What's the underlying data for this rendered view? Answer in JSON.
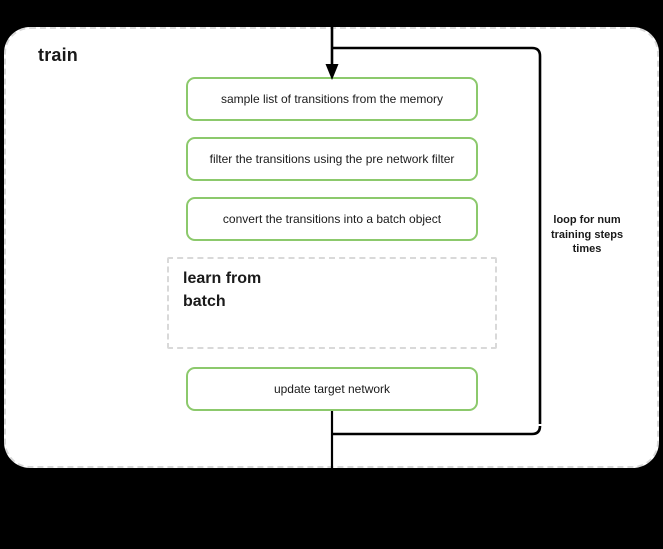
{
  "diagram": {
    "background_color": "#000000",
    "canvas_color": "#ffffff",
    "accent_color": "#8cc96c",
    "dashed_border_color": "#d9d9d9",
    "wire_color": "#000000",
    "title": "train",
    "steps": [
      {
        "id": "sample",
        "label": "sample list of transitions from the memory",
        "type": "process"
      },
      {
        "id": "filter",
        "label": "filter the transitions using the pre network filter",
        "type": "process"
      },
      {
        "id": "convert",
        "label": "convert the transitions into a batch object",
        "type": "process"
      },
      {
        "id": "update",
        "label": "update target network",
        "type": "process"
      }
    ],
    "subprocess": {
      "id": "learn-from-batch",
      "label": "learn from\nbatch",
      "type": "nested-dashed-group"
    },
    "loop": {
      "label": "loop for num\ntraining steps\ntimes",
      "from": "update target network",
      "to": "sample list of transitions from the memory"
    }
  }
}
